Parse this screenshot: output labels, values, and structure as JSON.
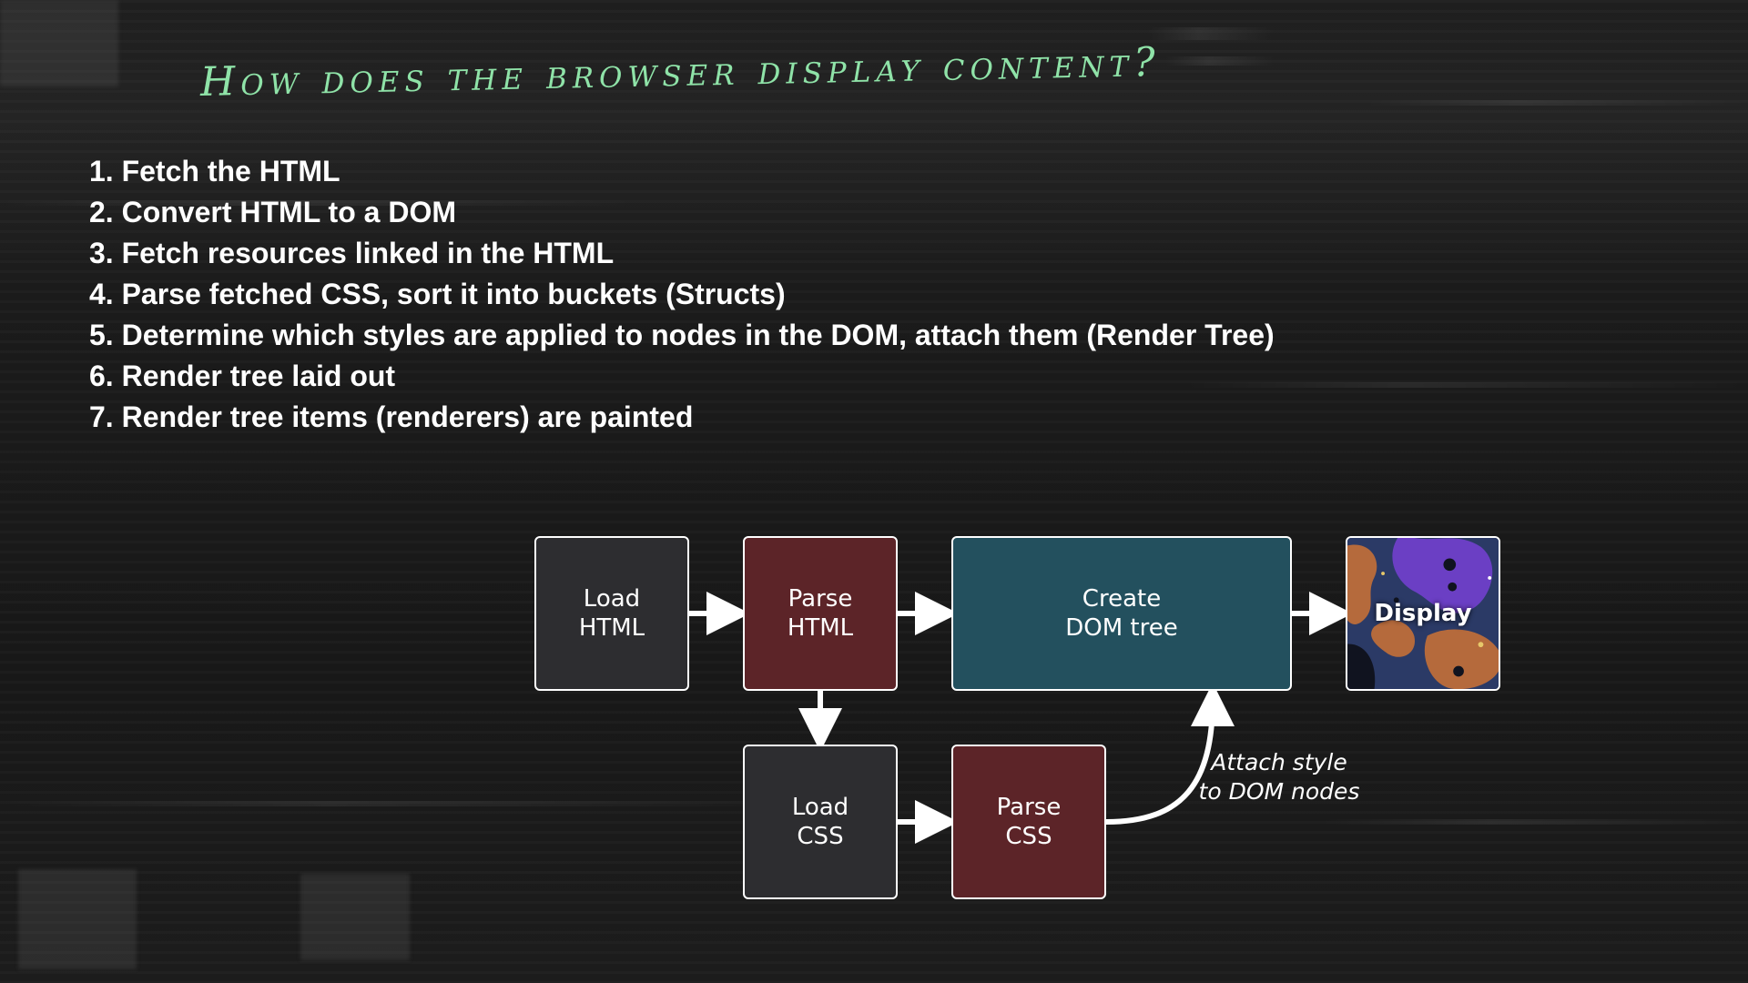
{
  "title": "How does the browser display content?",
  "steps": [
    "1. Fetch the HTML",
    "2. Convert HTML to a DOM",
    "3. Fetch resources linked in the HTML",
    "4. Parse fetched CSS, sort it into buckets (Structs)",
    "5. Determine which styles are applied to nodes in the DOM, attach them (Render Tree)",
    "6. Render tree laid out",
    "7. Render tree items (renderers) are painted"
  ],
  "diagram": {
    "boxes": {
      "load_html": {
        "label": "Load\nHTML",
        "color": "#2d2d30"
      },
      "parse_html": {
        "label": "Parse\nHTML",
        "color": "#5c2428"
      },
      "create_dom": {
        "label": "Create\nDOM tree",
        "color": "#23505e"
      },
      "display": {
        "label": "Display",
        "color": "#2b3a66"
      },
      "load_css": {
        "label": "Load\nCSS",
        "color": "#2d2d30"
      },
      "parse_css": {
        "label": "Parse\nCSS",
        "color": "#5c2428"
      }
    },
    "attach_label": "Attach style\nto DOM nodes",
    "edges": [
      {
        "from": "Load HTML",
        "to": "Parse HTML"
      },
      {
        "from": "Parse HTML",
        "to": "Create DOM tree"
      },
      {
        "from": "Create DOM tree",
        "to": "Display"
      },
      {
        "from": "Parse HTML",
        "to": "Load CSS"
      },
      {
        "from": "Load CSS",
        "to": "Parse CSS"
      },
      {
        "from": "Parse CSS",
        "to": "Create DOM tree",
        "label": "Attach style to DOM nodes"
      }
    ],
    "display_palette": [
      "#2b3a66",
      "#6b3fc4",
      "#b56a3c",
      "#10131f"
    ]
  },
  "colors": {
    "title": "#8fe3a8",
    "text": "#ffffff",
    "background": "#1a1a1a"
  }
}
